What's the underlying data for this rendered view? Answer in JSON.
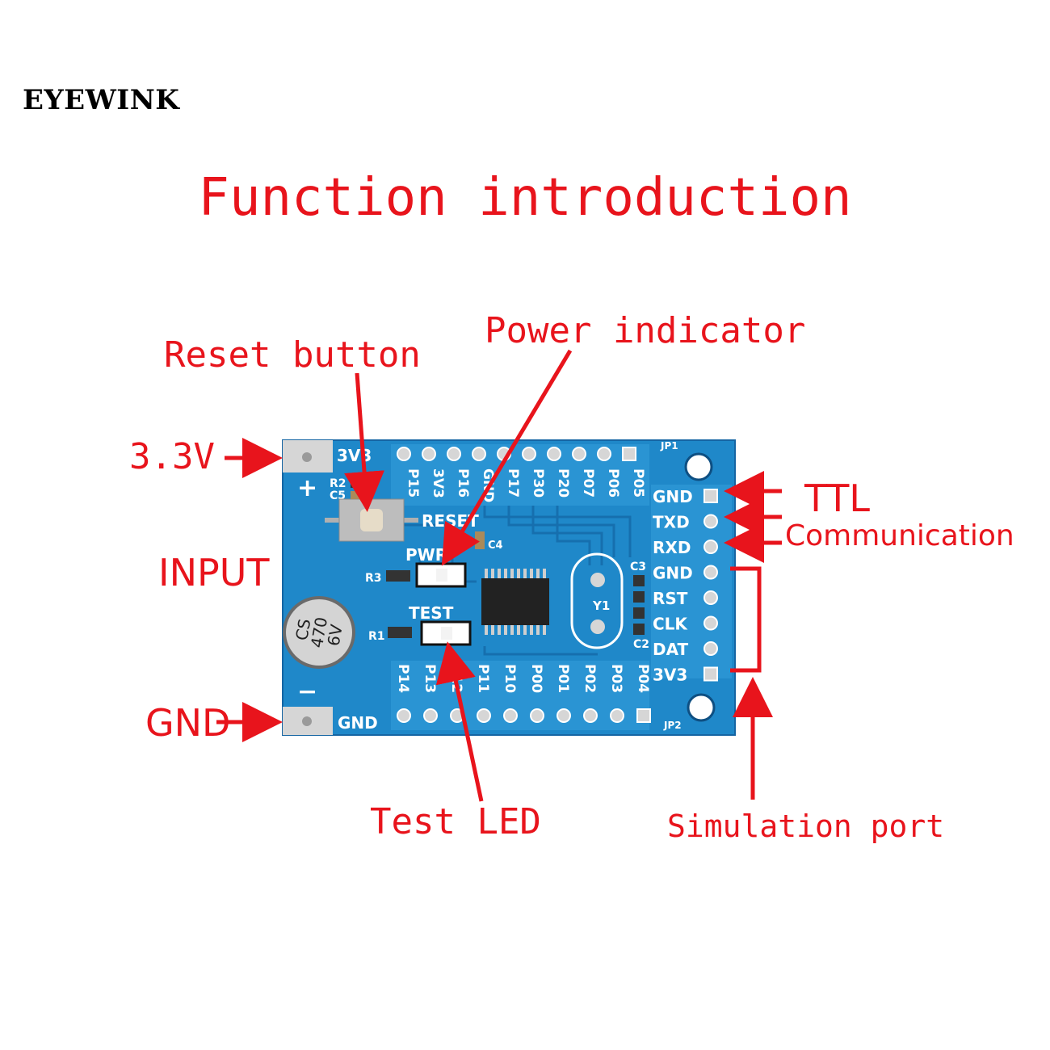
{
  "brand": "EYEWINK",
  "title": "Function introduction",
  "labels": {
    "reset_button": "Reset button",
    "power_indicator": "Power indicator",
    "v33": "3.3V",
    "input": "INPUT",
    "gnd": "GND",
    "ttl": "TTL",
    "communication": "Communication",
    "test_led": "Test LED",
    "simulation_port": "Simulation port"
  },
  "board": {
    "top_pins": [
      "P15",
      "3V3",
      "P16",
      "GND",
      "P17",
      "P30",
      "P20",
      "P07",
      "P06",
      "P05"
    ],
    "bottom_pins": [
      "P14",
      "P13",
      "P12",
      "P11",
      "P10",
      "P00",
      "P01",
      "P02",
      "P03",
      "P04"
    ],
    "right_pins": [
      "GND",
      "TXD",
      "RXD",
      "GND",
      "RST",
      "CLK",
      "DAT",
      "3V3"
    ],
    "marks": {
      "v3": "3V3",
      "gnd": "GND",
      "plus": "+",
      "minus": "−",
      "r2": "R2",
      "c5": "C5",
      "reset": "RESET",
      "pwr": "PWR",
      "r3": "R3",
      "test": "TEST",
      "r1": "R1",
      "c4": "C4",
      "c3": "C3",
      "c2": "C2",
      "y1": "Y1",
      "jp1": "JP1",
      "jp2": "JP2",
      "cap_cs": "CS",
      "cap_470": "470",
      "cap_6v": "6V"
    }
  },
  "colors": {
    "label_red": "#e8141c",
    "board_blue": "#1f88c9",
    "board_dark": "#1565a3",
    "silk_white": "#ffffff",
    "pad_tin": "#d6d6d6"
  }
}
